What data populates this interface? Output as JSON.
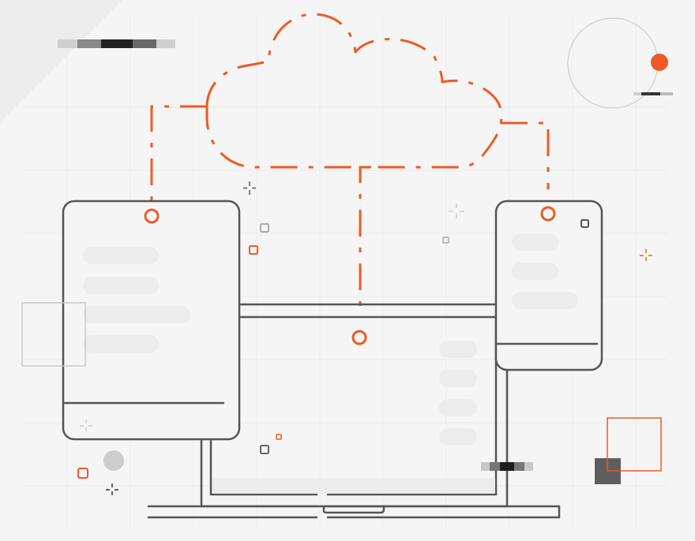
{
  "colors": {
    "background": "#f5f5f5",
    "accent": "#ee5a24",
    "device_stroke": "#555555",
    "placeholder_fill": "#ececec",
    "grid_line": "#ebebeb",
    "muted": "#cccccc",
    "dark": "#555555"
  },
  "icons": [
    "cloud-icon",
    "tablet-icon",
    "laptop-icon",
    "phone-icon",
    "connector-node-icon",
    "sparkle-icon",
    "small-square-icon",
    "circle-orbit-icon"
  ],
  "devices": {
    "tablet": {
      "placeholder_lines": 4
    },
    "laptop": {
      "placeholder_lines": 4
    },
    "phone": {
      "placeholder_lines": 3
    }
  }
}
